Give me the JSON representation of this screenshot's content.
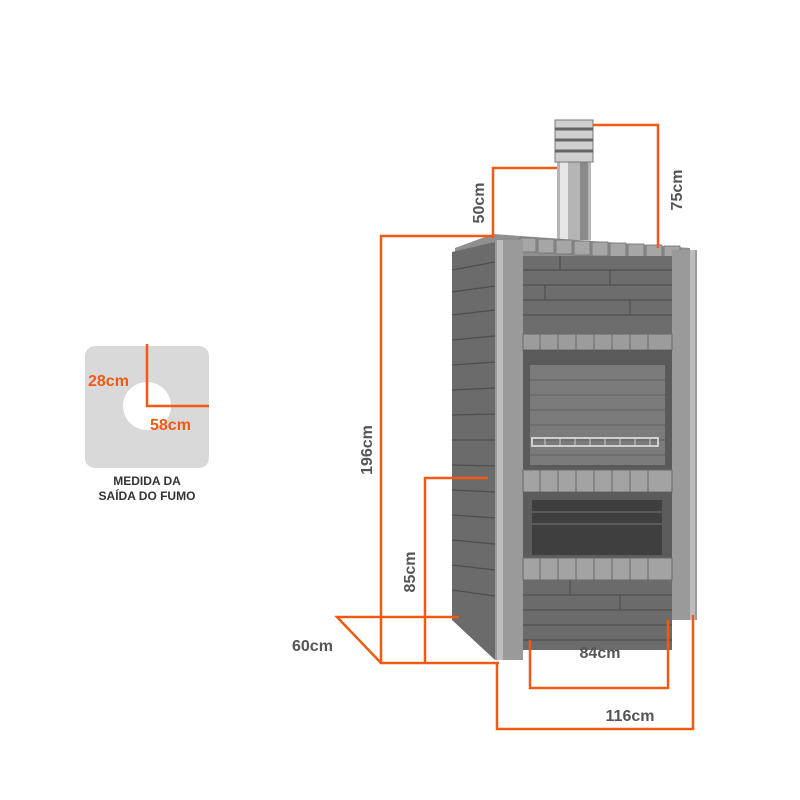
{
  "smoke_outlet": {
    "dim_28": "28cm",
    "dim_58": "58cm",
    "caption_line1": "MEDIDA DA",
    "caption_line2": "SAÍDA DO FUMO"
  },
  "dimensions": {
    "chimney_width": "50cm",
    "chimney_height": "75cm",
    "total_height": "196cm",
    "counter_height": "85cm",
    "depth": "60cm",
    "inner_width": "84cm",
    "total_width": "116cm"
  },
  "colors": {
    "accent": "#f25a13",
    "text_gray": "#555555",
    "panel_gray": "#d9d9d9",
    "stone": "#6a6a6a",
    "steel": "#9a9a9a"
  }
}
